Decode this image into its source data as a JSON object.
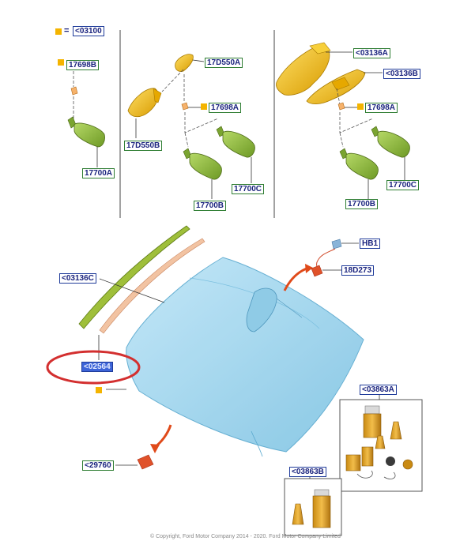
{
  "legend": {
    "equals": "=",
    "code": "<03100"
  },
  "labels": {
    "p1_17698B": "17698B",
    "p1_17700A": "17700A",
    "p2_17D550A": "17D550A",
    "p2_17D550B": "17D550B",
    "p2_17698A": "17698A",
    "p2_17700C": "17700C",
    "p2_17700B": "17700B",
    "p3_03136A": "<03136A",
    "p3_03136B": "<03136B",
    "p3_17698A": "17698A",
    "p3_17700C": "17700C",
    "p3_17700B": "17700B",
    "ws_03136C": "<03136C",
    "ws_02564": "<02564",
    "ws_HB1": "HB1",
    "ws_18D273": "18D273",
    "ws_29760": "<29760",
    "ws_03863A": "<03863A",
    "ws_03863B": "<03863B"
  },
  "colors": {
    "mirror_green": "#8db33a",
    "bracket_yellow": "#f2c21a",
    "glass_blue": "#a8d8ee",
    "highlight_red": "#d32f2f",
    "arrow_red": "#e04a1a"
  },
  "copyright": "© Copyright, Ford Motor Company 2014 - 2020. Ford Motor Company Limited"
}
